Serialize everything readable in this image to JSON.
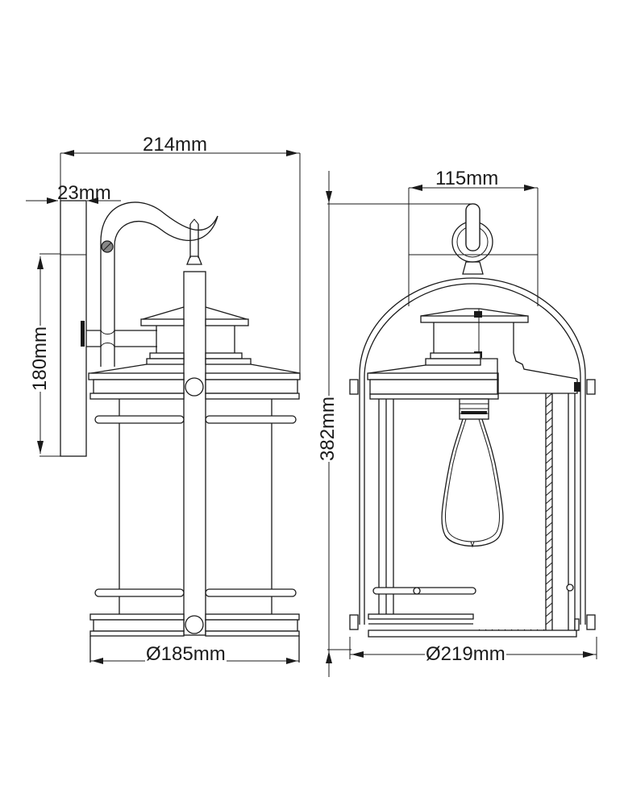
{
  "diagram": {
    "title": "Wall lantern dimension drawing",
    "views": [
      {
        "name": "side-view",
        "description": "Side view of wall lantern with swan-neck bracket"
      },
      {
        "name": "front-view",
        "description": "Front section view showing bulb and cage"
      }
    ],
    "dimensions": {
      "overall_projection": "214mm",
      "backplate_depth": "23mm",
      "backplate_height": "180mm",
      "side_base_diameter": "Ø185mm",
      "top_width": "115mm",
      "overall_height": "382mm",
      "front_base_diameter": "Ø219mm"
    },
    "colors": {
      "line": "#1a1a1a",
      "background": "#ffffff",
      "screw_fill": "#888888"
    }
  }
}
